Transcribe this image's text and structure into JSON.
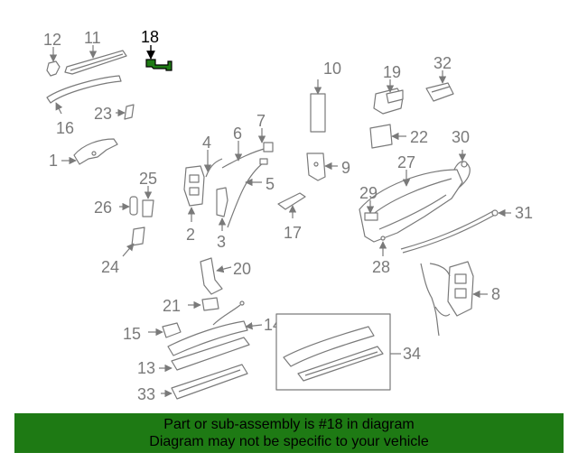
{
  "callouts": {
    "c1": "1",
    "c2": "2",
    "c3": "3",
    "c4": "4",
    "c5": "5",
    "c6": "6",
    "c7": "7",
    "c8": "8",
    "c9": "9",
    "c10": "10",
    "c11": "11",
    "c12": "12",
    "c13": "13",
    "c14": "14",
    "c15": "15",
    "c16": "16",
    "c17": "17",
    "c18": "18",
    "c19": "19",
    "c20": "20",
    "c21": "21",
    "c22": "22",
    "c23": "23",
    "c24": "24",
    "c25": "25",
    "c26": "26",
    "c27": "27",
    "c28": "28",
    "c29": "29",
    "c30": "30",
    "c31": "31",
    "c32": "32",
    "c33": "33",
    "c34": "34"
  },
  "highlight": {
    "part_number": "18",
    "color": "#1e7a14"
  },
  "footer": {
    "line1": "Part or sub-assembly is #18 in diagram",
    "line2": "Diagram may not be specific to your vehicle",
    "background": "#1e7a14"
  }
}
